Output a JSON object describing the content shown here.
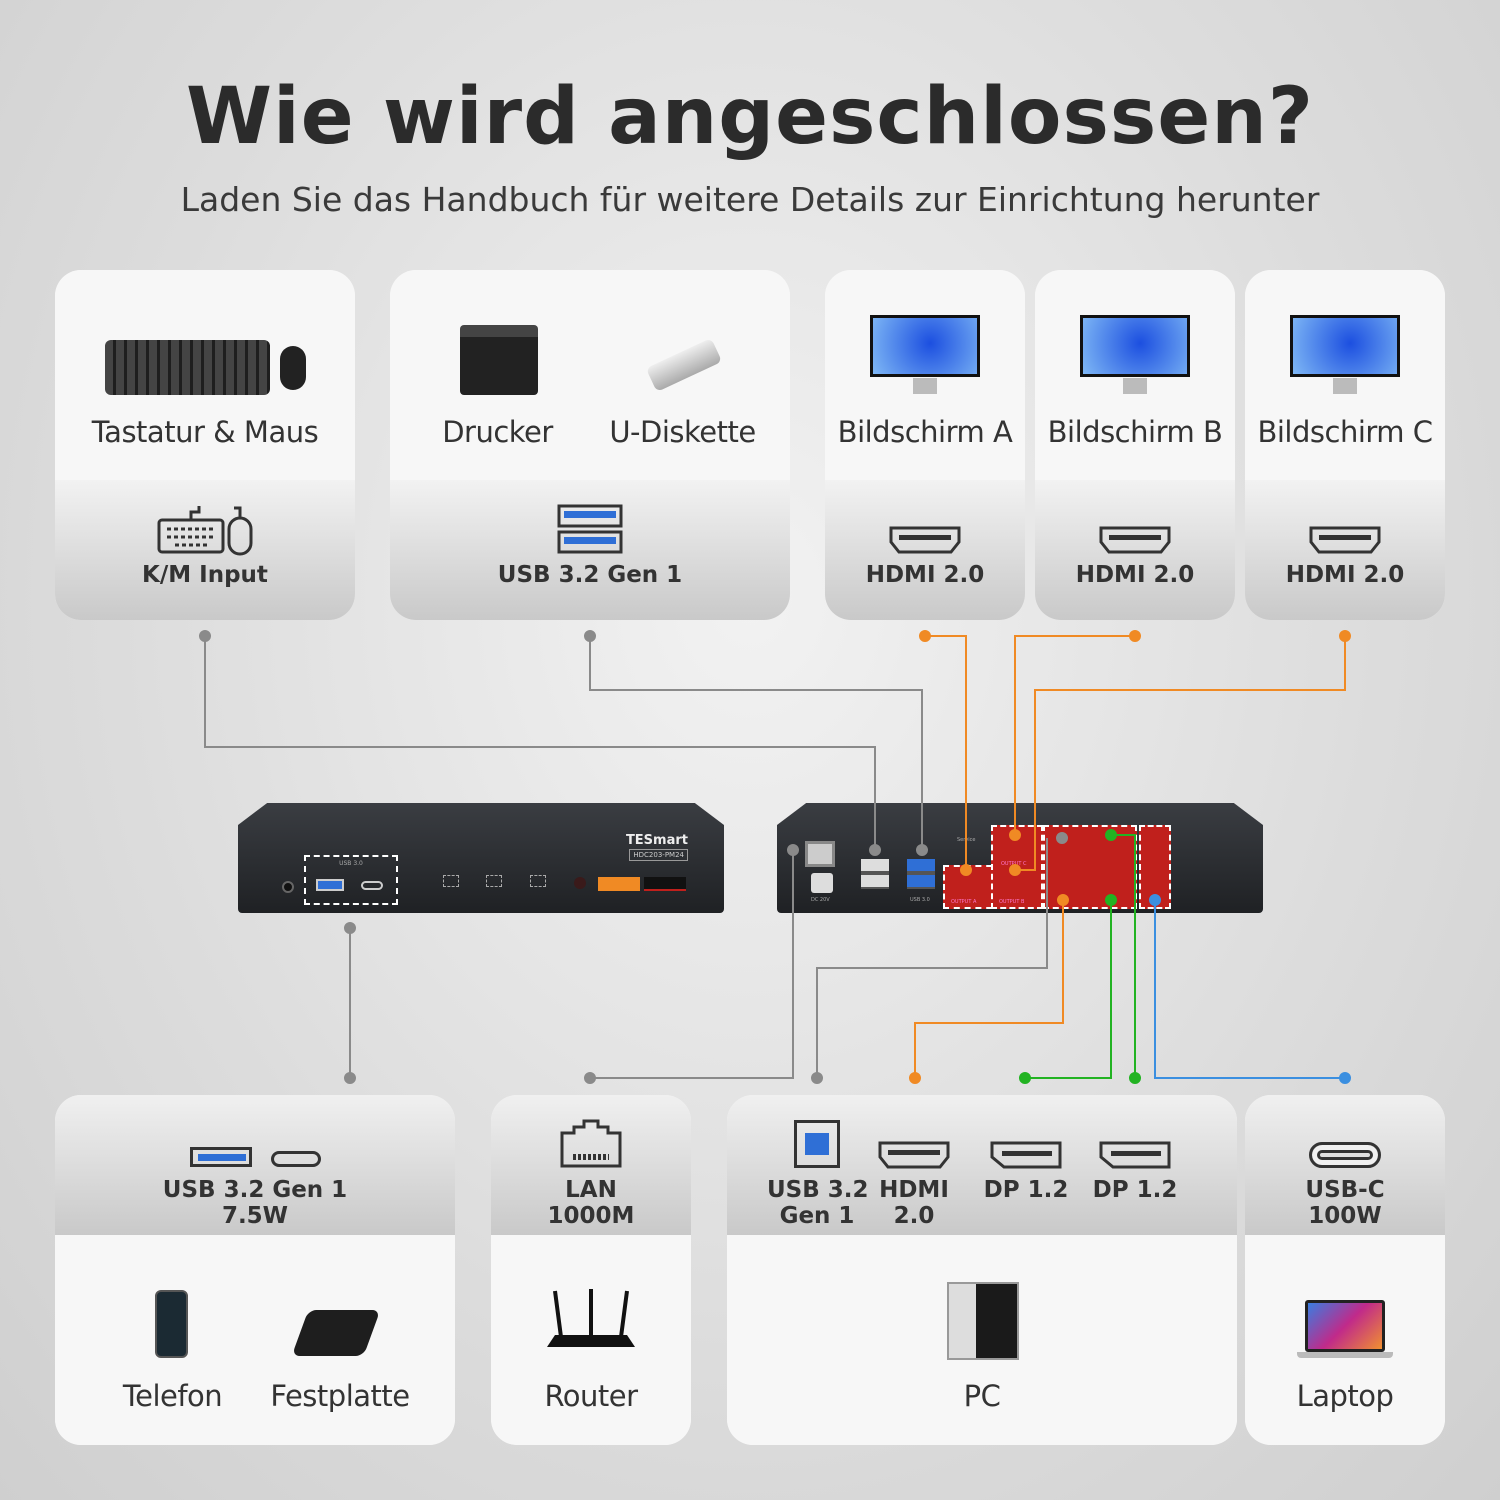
{
  "header": {
    "title": "Wie wird angeschlossen?",
    "subtitle": "Laden Sie das Handbuch für weitere Details zur Einrichtung herunter"
  },
  "top_cards": [
    {
      "devices": [
        "Tastatur & Maus"
      ],
      "port": "K/M Input",
      "icon": "keyboard-mouse-icon"
    },
    {
      "devices": [
        "Drucker",
        "U-Diskette"
      ],
      "port": "USB 3.2 Gen 1",
      "icon": "usb-a-icon"
    },
    {
      "devices": [
        "Bildschirm A"
      ],
      "port": "HDMI 2.0",
      "icon": "hdmi-icon"
    },
    {
      "devices": [
        "Bildschirm B"
      ],
      "port": "HDMI 2.0",
      "icon": "hdmi-icon"
    },
    {
      "devices": [
        "Bildschirm C"
      ],
      "port": "HDMI 2.0",
      "icon": "hdmi-icon"
    }
  ],
  "bottom_cards": [
    {
      "ports": [
        "USB 3.2 Gen 1",
        "7.5W"
      ],
      "devices": [
        "Telefon",
        "Festplatte"
      ]
    },
    {
      "ports": [
        "LAN",
        "1000M"
      ],
      "devices": [
        "Router"
      ]
    },
    {
      "ports": [
        [
          "USB 3.2",
          "Gen 1"
        ],
        [
          "HDMI",
          "2.0"
        ],
        [
          "DP 1.2"
        ],
        [
          "DP 1.2"
        ]
      ],
      "devices": [
        "PC"
      ]
    },
    {
      "ports": [
        "USB-C",
        "100W"
      ],
      "devices": [
        "Laptop"
      ]
    }
  ],
  "kvm": {
    "brand": "TESmart",
    "model": "HDC203-PM24",
    "front_port_label": "USB 3.0",
    "rear_labels": {
      "power": "DC 20V",
      "usb": "USB 3.0",
      "service": "Service",
      "out_a": "OUTPUT A",
      "out_b": "OUTPUT B",
      "out_c": "OUTPUT C"
    }
  },
  "colors": {
    "gray_line": "#8a8a8a",
    "orange": "#f08a24",
    "green": "#22b322",
    "blue": "#3b8fe0",
    "highlight": "#c0201c"
  }
}
